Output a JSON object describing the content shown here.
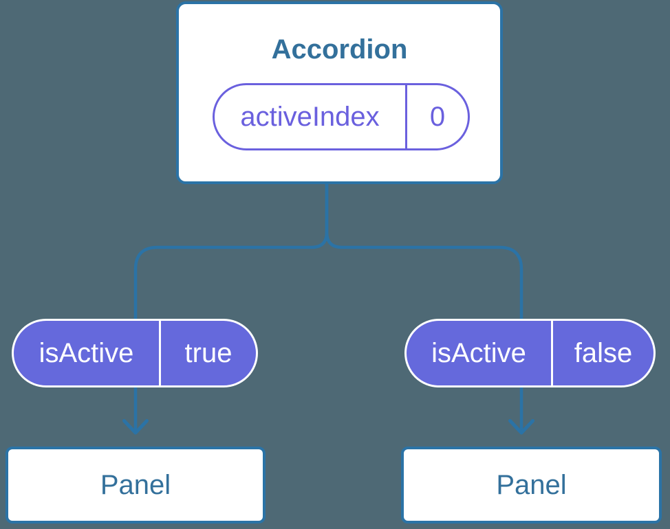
{
  "colors": {
    "background": "#4E6975",
    "line_blue": "#2B73A6",
    "heading_blue": "#33709B",
    "purple_outline": "#6A60DE",
    "purple_fill": "#6569DC",
    "pill_text_light": "#FFFFFF",
    "box_fill": "#FFFFFF"
  },
  "tree": {
    "root": {
      "title": "Accordion",
      "state": {
        "name": "activeIndex",
        "value": "0"
      }
    },
    "children": [
      {
        "prop": {
          "name": "isActive",
          "value": "true"
        },
        "label": "Panel"
      },
      {
        "prop": {
          "name": "isActive",
          "value": "false"
        },
        "label": "Panel"
      }
    ]
  }
}
